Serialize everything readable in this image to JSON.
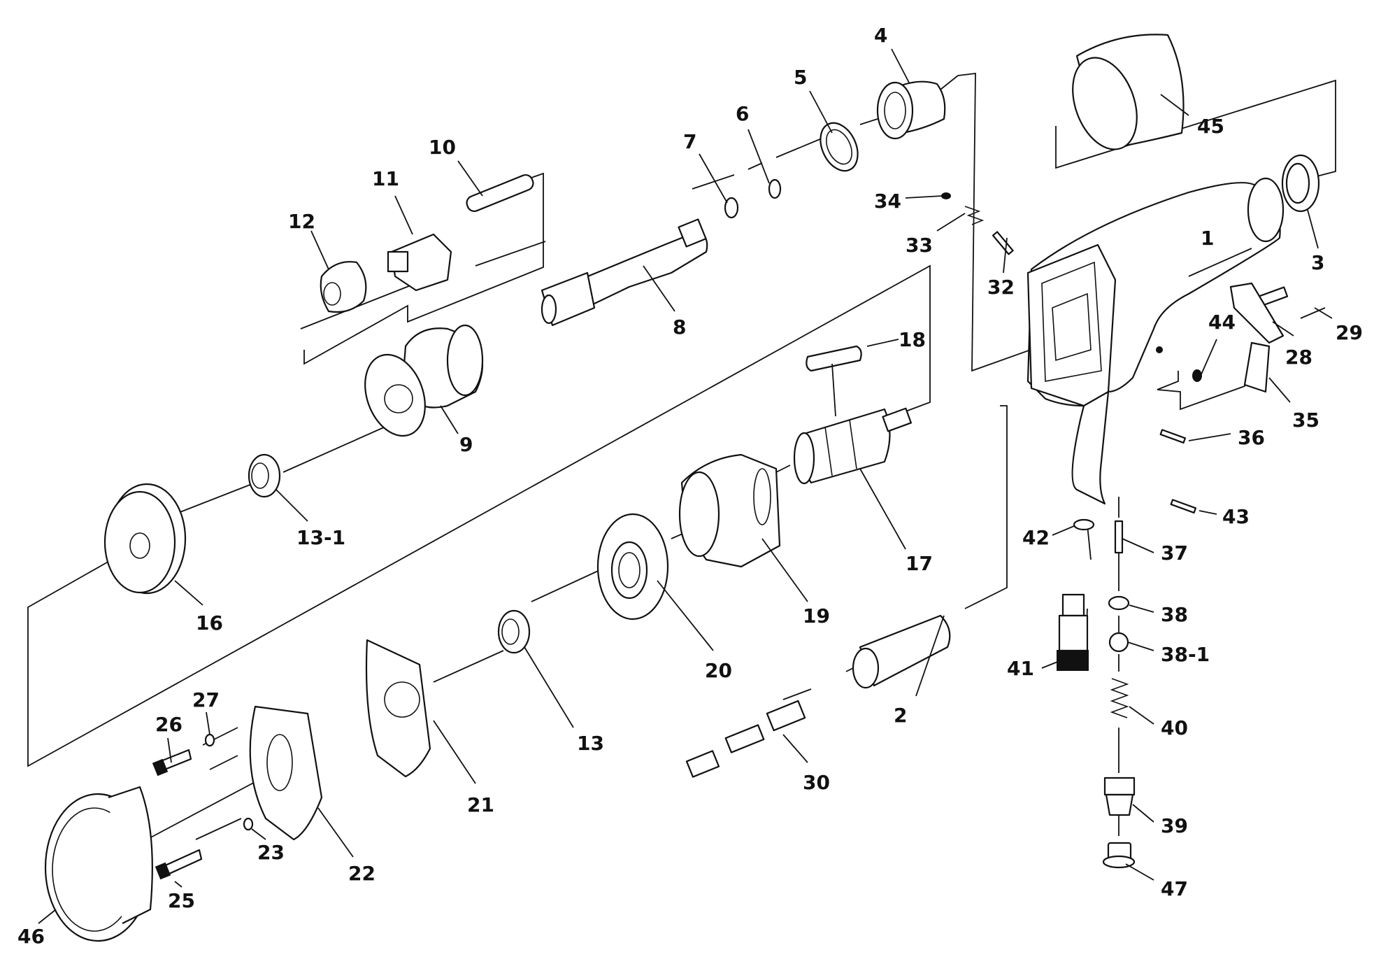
{
  "labels": [
    {
      "id": "1",
      "text": "1"
    },
    {
      "id": "2",
      "text": "2"
    },
    {
      "id": "3",
      "text": "3"
    },
    {
      "id": "4",
      "text": "4"
    },
    {
      "id": "5",
      "text": "5"
    },
    {
      "id": "6",
      "text": "6"
    },
    {
      "id": "7",
      "text": "7"
    },
    {
      "id": "8",
      "text": "8"
    },
    {
      "id": "9",
      "text": "9"
    },
    {
      "id": "10",
      "text": "10"
    },
    {
      "id": "11",
      "text": "11"
    },
    {
      "id": "12",
      "text": "12"
    },
    {
      "id": "13",
      "text": "13"
    },
    {
      "id": "13-1",
      "text": "13-1"
    },
    {
      "id": "16",
      "text": "16"
    },
    {
      "id": "17",
      "text": "17"
    },
    {
      "id": "18",
      "text": "18"
    },
    {
      "id": "19",
      "text": "19"
    },
    {
      "id": "20",
      "text": "20"
    },
    {
      "id": "21",
      "text": "21"
    },
    {
      "id": "22",
      "text": "22"
    },
    {
      "id": "23",
      "text": "23"
    },
    {
      "id": "25",
      "text": "25"
    },
    {
      "id": "26",
      "text": "26"
    },
    {
      "id": "27",
      "text": "27"
    },
    {
      "id": "28",
      "text": "28"
    },
    {
      "id": "29",
      "text": "29"
    },
    {
      "id": "30",
      "text": "30"
    },
    {
      "id": "32",
      "text": "32"
    },
    {
      "id": "33",
      "text": "33"
    },
    {
      "id": "34",
      "text": "34"
    },
    {
      "id": "35",
      "text": "35"
    },
    {
      "id": "36",
      "text": "36"
    },
    {
      "id": "37",
      "text": "37"
    },
    {
      "id": "38",
      "text": "38"
    },
    {
      "id": "38-1",
      "text": "38-1"
    },
    {
      "id": "39",
      "text": "39"
    },
    {
      "id": "40",
      "text": "40"
    },
    {
      "id": "41",
      "text": "41"
    },
    {
      "id": "42",
      "text": "42"
    },
    {
      "id": "43",
      "text": "43"
    },
    {
      "id": "44",
      "text": "44"
    },
    {
      "id": "45",
      "text": "45"
    },
    {
      "id": "46",
      "text": "46"
    },
    {
      "id": "47",
      "text": "47"
    }
  ]
}
